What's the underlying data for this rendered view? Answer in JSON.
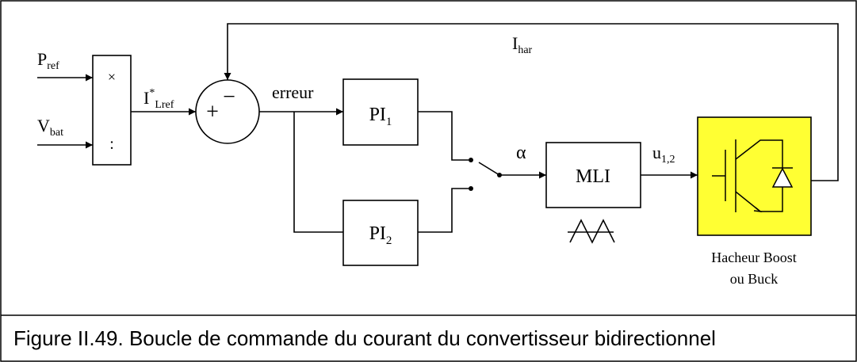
{
  "inputs": {
    "p_ref": {
      "main": "P",
      "sub": "ref"
    },
    "v_bat": {
      "main": "V",
      "sub": "bat"
    }
  },
  "multiplier": {
    "times": "×",
    "divide": ":"
  },
  "current_ref": {
    "main": "I",
    "sup": "*",
    "sub": "Lref"
  },
  "summer": {
    "minus": "−",
    "plus": "+"
  },
  "error_label": "erreur",
  "feedback": {
    "main": "I",
    "sub": "har"
  },
  "pi1": {
    "main": "PI",
    "sub": "1"
  },
  "pi2": {
    "main": "PI",
    "sub": "2"
  },
  "alpha": "α",
  "mli": "MLI",
  "control_signal": {
    "main": "u",
    "sub": "1,2"
  },
  "converter": {
    "line1": "Hacheur Boost",
    "line2": "ou Buck",
    "color": "#ffff33"
  },
  "caption": "Figure II.49. Boucle de commande du courant du convertisseur bidirectionnel"
}
